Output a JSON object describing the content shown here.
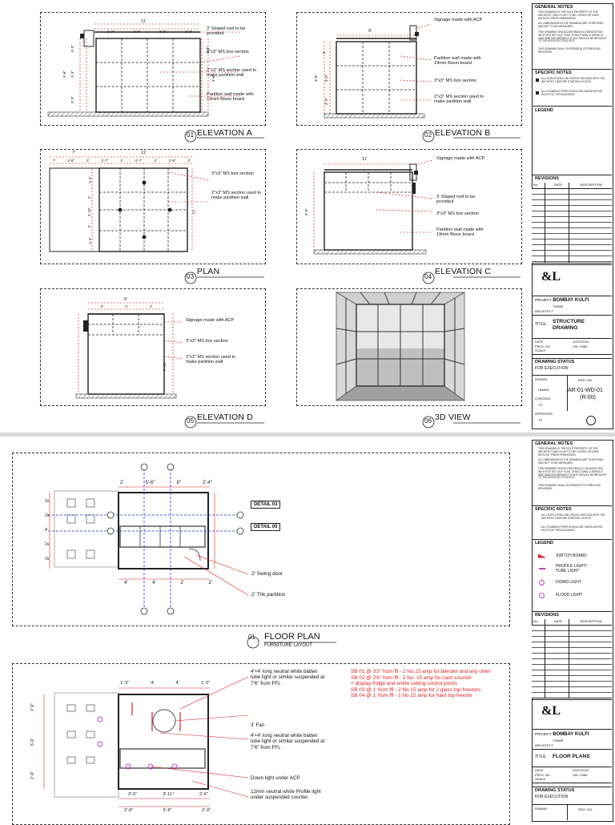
{
  "sheet1": {
    "views": [
      {
        "num": "01",
        "title": "ELEVATION A"
      },
      {
        "num": "02",
        "title": "ELEVATION B"
      },
      {
        "num": "03",
        "title": "PLAN"
      },
      {
        "num": "04",
        "title": "ELEVATION C"
      },
      {
        "num": "05",
        "title": "ELEVATION D"
      },
      {
        "num": "06",
        "title": "3D VIEW"
      }
    ],
    "elevA": {
      "top_dim": "11'",
      "sub_dims": [
        "2'-9\"",
        "2'-9\"",
        "2'-9\"",
        "2'-9\""
      ],
      "left_dims": [
        "3'-3\"",
        "3'-3\"",
        "3'-3\""
      ],
      "left_total": "9'-6\"",
      "right_dims": [
        "3'-3\"",
        "9'-6\""
      ],
      "notes": [
        "3' Sloped roof to be provided",
        "3\"x3\" MS box section",
        "2\"x3\" MS section used to make partition wall",
        "Partition wall made with 19mm Bison board"
      ]
    },
    "elevB": {
      "top_dim": "9'",
      "left_dims": [
        "3'",
        "3'-3\"",
        "3'-3\""
      ],
      "left_total": "9'-6\"",
      "notes": [
        "Signage made with ACP",
        "Partition wall made with 19mm Bison board",
        "3\"x3\" MS box section",
        "2\"x3\" MS section used to make partition wall"
      ]
    },
    "plan": {
      "top_dims": [
        "7'",
        "11'"
      ],
      "second_dims": [
        "7'",
        "2'-5\"",
        "2'",
        "2'-7\"",
        "2'",
        "2'-7\"",
        "2'",
        "2'-5\"",
        "2'"
      ],
      "left_dims": [
        "2'-4\"",
        "2'",
        "2'-10\"",
        "2'",
        "2'-4\""
      ],
      "right_dim": "11'",
      "notes": [
        "3\"x3\" MS box section",
        "2\"x3\" MS section used to make partition wall"
      ]
    },
    "elevC": {
      "top_dim": "11'",
      "left_total": "9'-6\"",
      "notes": [
        "Signage made with ACP",
        "3' Sloped roof to be provided",
        "3\"x3\" MS box section",
        "Partition wall made with 19mm Bison board"
      ]
    },
    "elevD": {
      "top_dim": "9'",
      "sub_dims": [
        "3'",
        "3'",
        "3'"
      ],
      "left_total": "7'-10\"",
      "notes": [
        "Signage made with ACP",
        "3\"x3\" MS box section",
        "2\"x3\" MS section used to make partition wall"
      ]
    }
  },
  "sheet2": {
    "floor_plan": {
      "num": "01",
      "title": "FLOOR PLAN",
      "subtitle": "FURNITURE LAYOUT",
      "top_dims": [
        "2'",
        "5'-6\"",
        "8\"",
        "2'-4\""
      ],
      "bottom_dims": [
        "4'",
        "4'",
        "2'",
        "2'"
      ],
      "left_dims": [
        "2s",
        "2s",
        "4'",
        "2s",
        "2s"
      ],
      "details": [
        "DETAIL 03",
        "DETAIL 05"
      ],
      "notes": [
        "2' Swing door",
        "2' Thk partition"
      ]
    },
    "rcp": {
      "top_dims": [
        "1'-3\"",
        "4'",
        "4'",
        "1'-3\""
      ],
      "bottom_dims": [
        "3'-5\"",
        "3'-11\"",
        "2'-6\""
      ],
      "bottom_dims2": [
        "2'-9\"",
        "5'-6\"",
        "2'-9\""
      ],
      "left_dims": [
        "2'-9\"",
        "5'-6\"",
        "2'-9\""
      ],
      "notes": [
        "4'+4' long neutral white batten tube light or similar suspended at 7'6\" from FFL",
        "3' Fan",
        "4'+4' long neutral white batten tube light or similar suspended at 7'6\" from FFL",
        "Down light under ACP",
        "12mm neutral white Profile light under suspended counter"
      ]
    },
    "sb_notes": [
      "SB 01 @ 3'3\" from ffl - 2 No.15 amp for blender and any other",
      "SB 02 @ 2'6\" from ffl - 2 No. 15 amp for cash counter",
      "+ display fridge and entire ceiling control points",
      "SB 03 @ 1' from ffl - 2 No.15 amp for 2 glass top freezers",
      "SB 04 @ 1' from ffl - 1 No.15 amp for hard top freezer"
    ]
  },
  "titleblock": {
    "general_notes_title": "GENERAL NOTES",
    "general_notes": [
      "THIS DRAWING IS THE SOLE PROPERTY OF THE ARCHITECT AND IS NOT TO BE COPIED OR USED WITHOUT PRIOR PERMISSION",
      "ALL DIMENSIONS IN THE DRAWING ARE TO BE READ AND NOT TO BE MEASURED",
      "THIS DRAWING SHOULD BE READ IN CONJUNCTION WITH SITE SET OUT PLAN, STRUCTURAL & SERVICE DWG AND DISCREPANCY IF ANY SHOULD BE BROUGHT TO THE ARCHITECTS NOTICE",
      "THIS DRAWING SHALL SUPERSEDE ITS PREVIOUS REVISIONS"
    ],
    "specific_notes_title": "SPECIFIC NOTES",
    "specific_notes": [
      "ALL LEVELS SHALL BE CROSS CHECKED WITH THE ARCHITECT BEFORE STARTING ON SITE",
      "ALL PLUMBING PIPES SHOULD BE TAKEN WITHIN DUCTS OF THE BUILDINGS"
    ],
    "legend_title": "LEGEND",
    "legend_items": [
      "SWITCH BOARD",
      "PROFILE LIGHT/ TUBE LIGHT",
      "DOWN LIGHT",
      "FLOOD LIGHT"
    ],
    "revisions_title": "REVISIONS",
    "rev_cols": [
      "No.",
      "DATE",
      "DESCRIPTION"
    ],
    "project_label": "PROJECT",
    "project": "BOMBAY KULFI",
    "location": "THANE",
    "architect_label": "ARCHITECT",
    "title_label": "TITLE",
    "title1": "STRUCTURE DRAWING",
    "title2": "FLOOR PLANS",
    "date_label": "DATE",
    "date": "22/07/2024",
    "projno_label": "PROJ. NO",
    "projno": "CM / 0368",
    "scale_label": "SCALE",
    "status_title": "DRAWING STATUS",
    "status": "FOR EXECUTION",
    "drawn_label": "DRAWN",
    "drawn": "UMANL",
    "dwgno_label": "DRG. NO.",
    "dwgno": "AR-01-WD-01",
    "rev": "(R-00)",
    "checked_label": "CHECKED",
    "checked": "TV",
    "approved_label": "APPROVED",
    "approved": "TV"
  }
}
